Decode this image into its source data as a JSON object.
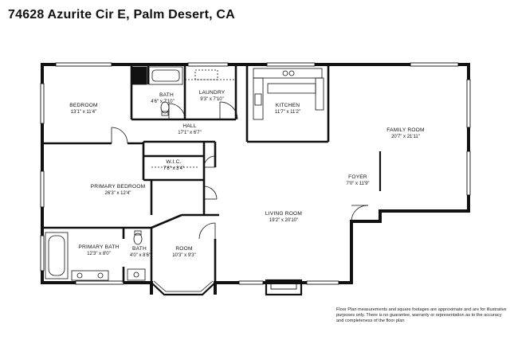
{
  "title": "74628 Azurite Cir E, Palm Desert, CA",
  "rooms": {
    "bedroom": {
      "name": "BEDROOM",
      "dims": "13'1\" x 11'4\""
    },
    "bath": {
      "name": "BATH",
      "dims": "4'6\" x 7'10\""
    },
    "laundry": {
      "name": "LAUNDRY",
      "dims": "9'3\" x 7'10\""
    },
    "kitchen": {
      "name": "KITCHEN",
      "dims": "11'7\" x 11'2\""
    },
    "hall": {
      "name": "HALL",
      "dims": "17'1\" x 6'7\""
    },
    "family_room": {
      "name": "FAMILY ROOM",
      "dims": "20'7\" x 21'11\""
    },
    "wic": {
      "name": "W.I.C.",
      "dims": "7'8\" x 3'4\""
    },
    "primary_bedroom": {
      "name": "PRIMARY BEDROOM",
      "dims": "26'3\" x 12'4\""
    },
    "foyer": {
      "name": "FOYER",
      "dims": "7'0\" x 11'9\""
    },
    "living_room": {
      "name": "LIVING ROOM",
      "dims": "19'2\" x 20'10\""
    },
    "primary_bath": {
      "name": "PRIMARY BATH",
      "dims": "12'3\" x 8'0\""
    },
    "bath2": {
      "name": "BATH",
      "dims": "4'0\" x 8'6\""
    },
    "room": {
      "name": "ROOM",
      "dims": "10'3\" x 9'3\""
    }
  },
  "disclaimer": "Floor Plan measurements and square footages are approximate and are for illustrative purposes only. There is no guarantee, warranty or representation as to the accuracy and completeness of the floor plan"
}
